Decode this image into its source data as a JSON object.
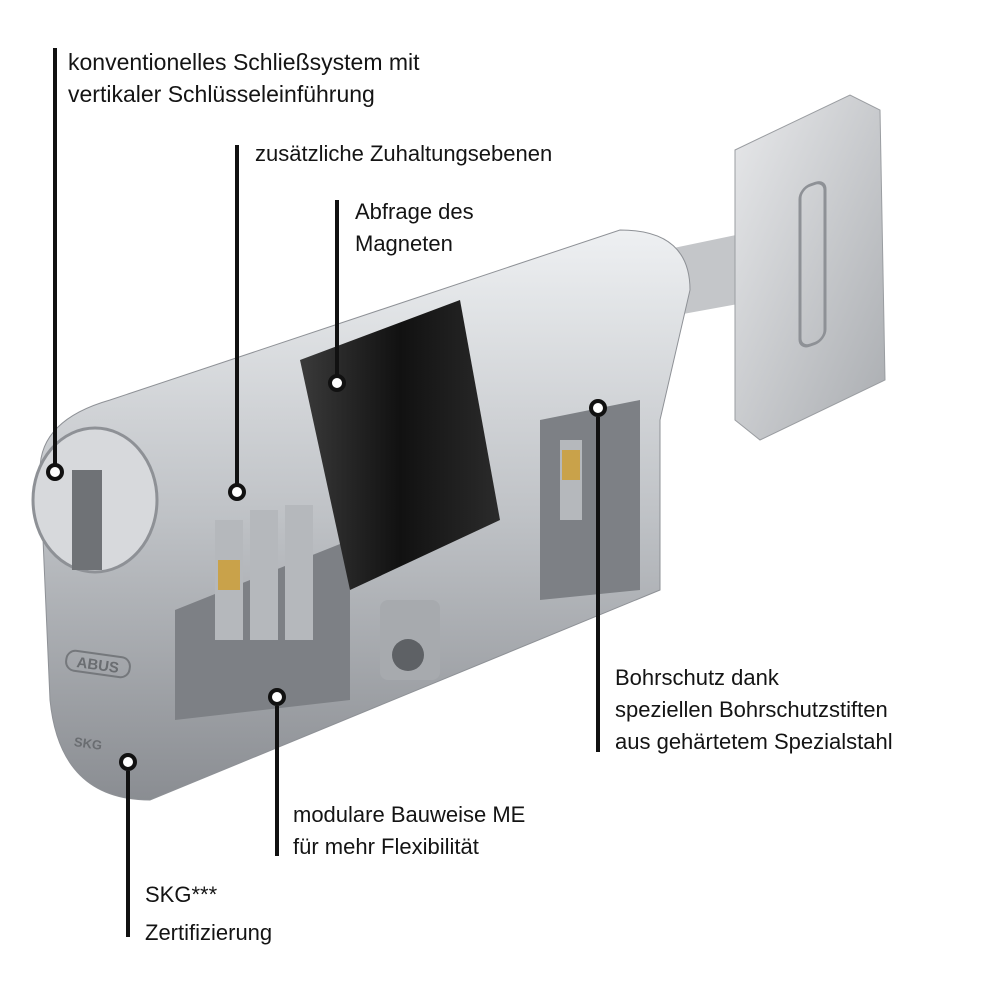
{
  "annotations": {
    "locking_system": {
      "line1": "konventionelles Schließsystem mit",
      "line2": "vertikaler Schlüsseleinführung"
    },
    "tumbler_levels": {
      "line1": "zusätzliche Zuhaltungsebenen"
    },
    "magnet": {
      "line1": "Abfrage des",
      "line2": "Magneten"
    },
    "drill_protection": {
      "line1": "Bohrschutz dank",
      "line2": "speziellen Bohrschutzstiften",
      "line3": "aus gehärtetem Spezialstahl"
    },
    "modular": {
      "line1": "modulare Bauweise ME",
      "line2": "für mehr Flexibilität"
    },
    "skg": {
      "line1": "SKG***",
      "line2": "Zertifizierung"
    }
  },
  "product": {
    "brand_mark": "ABUS",
    "certification_mark": "SKG"
  },
  "colors": {
    "text": "#141414",
    "metal": "#c8cacd",
    "metal_dark": "#8e9196",
    "magnet_ring": "#1c1c1c",
    "brass": "#c9a24a"
  }
}
